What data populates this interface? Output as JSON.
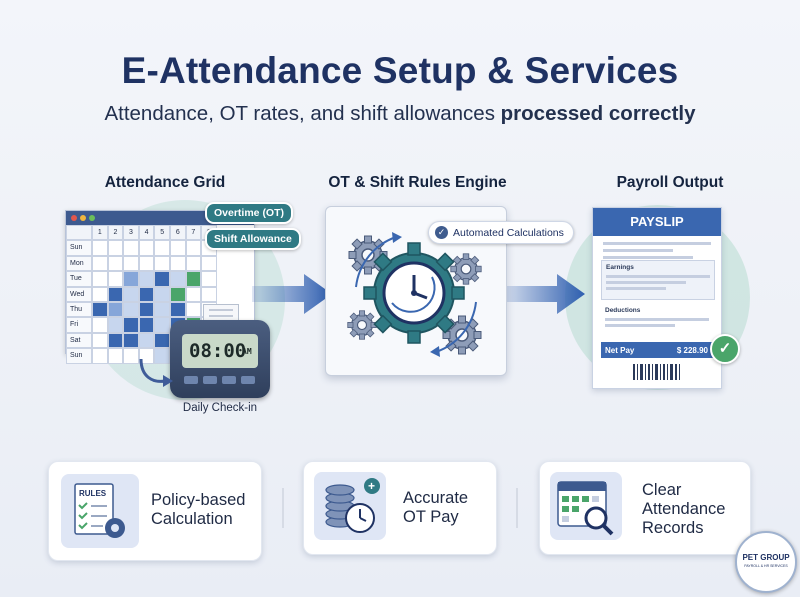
{
  "header": {
    "title": "E-Attendance Setup & Services",
    "subtitle_prefix": "Attendance, OT rates, and shift allowances ",
    "subtitle_bold": "processed correctly"
  },
  "sections": {
    "attendance_grid": {
      "label": "Attendance Grid",
      "tag_overtime": "Overtime (OT)",
      "tag_shift": "Shift Allowance",
      "columns": [
        "1",
        "2",
        "3",
        "4",
        "5",
        "6",
        "7",
        "8"
      ],
      "days": [
        "Sun",
        "Mon",
        "Tue",
        "Wed",
        "Thu",
        "Fri",
        "Sat",
        "Sun"
      ],
      "clock_time": "08:00",
      "clock_ampm": "AM",
      "caption": "Daily Check-in"
    },
    "rules_engine": {
      "label": "OT & Shift Rules Engine",
      "badge": "Automated Calculations"
    },
    "payroll_output": {
      "label": "Payroll Output",
      "payslip_title": "PAYSLIP",
      "earnings_label": "Earnings",
      "deductions_label": "Deductions",
      "net_pay_label": "Net Pay",
      "net_pay_value": "$ 228.90"
    }
  },
  "benefits": [
    {
      "line1": "Policy-based",
      "line2": "Calculation",
      "line3": "",
      "icon_text": "RULES"
    },
    {
      "line1": "Accurate",
      "line2": "OT Pay",
      "line3": ""
    },
    {
      "line1": "Clear",
      "line2": "Attendance",
      "line3": "Records"
    }
  ],
  "logo": {
    "line1": "PET GROUP",
    "line2": "PAYROLL & HR SERVICES"
  },
  "colors": {
    "title": "#1f3263",
    "accent_blue": "#3a67b0",
    "accent_teal": "#2f7a84",
    "accent_green": "#4aa56a",
    "arrow": "#2f5fb0"
  }
}
